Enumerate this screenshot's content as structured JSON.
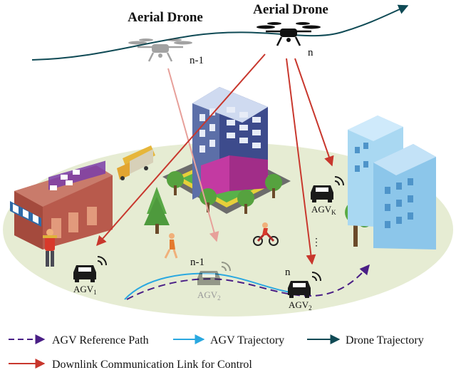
{
  "drone_prev": {
    "title": "Aerial Drone",
    "index": "n-1"
  },
  "drone_curr": {
    "title": "Aerial Drone",
    "index": "n"
  },
  "agv1": {
    "label": "AGV",
    "sub": "1"
  },
  "agv2_prev": {
    "label": "AGV",
    "sub": "2",
    "index": "n-1"
  },
  "agv2_curr": {
    "label": "AGV",
    "sub": "2",
    "index": "n"
  },
  "agvk": {
    "label": "AGV",
    "sub": "K"
  },
  "ellipsis": "⋮",
  "legend": {
    "reference_path": "AGV Reference Path",
    "agv_trajectory": "AGV Trajectory",
    "drone_trajectory": "Drone Trajectory",
    "downlink": "Downlink Communication Link for Control"
  },
  "colors": {
    "reference_path": "#4a1f86",
    "agv_trajectory": "#2aa8e0",
    "drone_trajectory": "#0f4a55",
    "downlink": "#c8372d",
    "downlink_faded": "#e7a09a",
    "ground": "#e6ecd3"
  }
}
